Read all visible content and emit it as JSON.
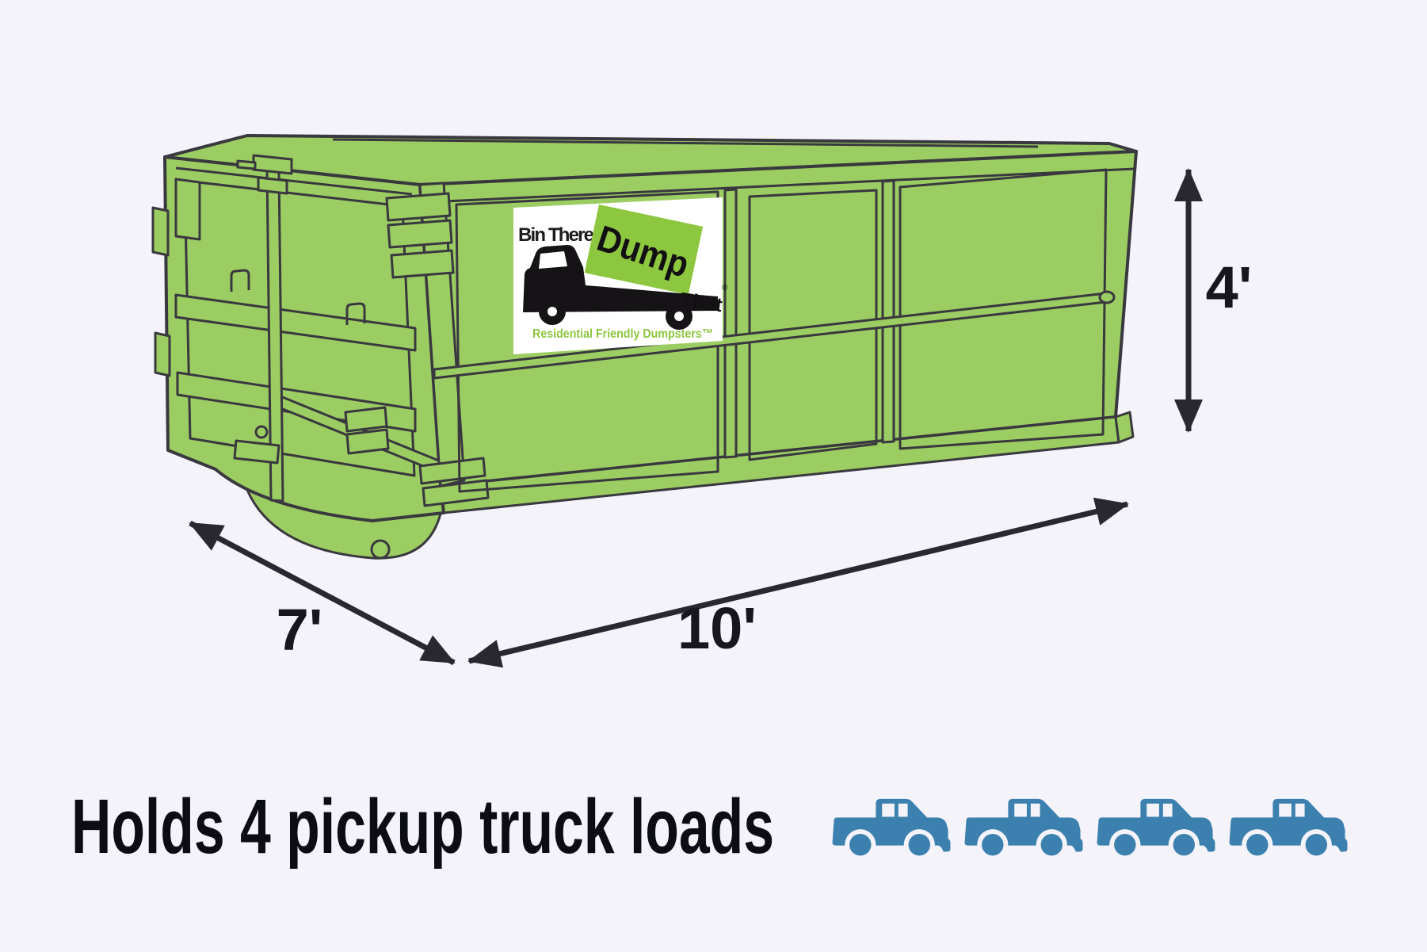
{
  "colors": {
    "bg": "#f4f3fa",
    "green": "#9ccd62",
    "outline": "#3a383f",
    "logo-green": "#8dc63f",
    "ink": "#0c0c14",
    "blue": "#3b80ae"
  },
  "dumpster": {
    "logo": {
      "line1": "Bin There",
      "dump_word": "Dump",
      "that_word": "That",
      "registered_mark": "®",
      "tagline": "Residential Friendly Dumpsters™"
    }
  },
  "dimensions": {
    "height_label": "4'",
    "length_label": "10'",
    "width_label": "7'"
  },
  "capacity": {
    "text": "Holds 4 pickup truck loads",
    "truck_count": 4
  }
}
